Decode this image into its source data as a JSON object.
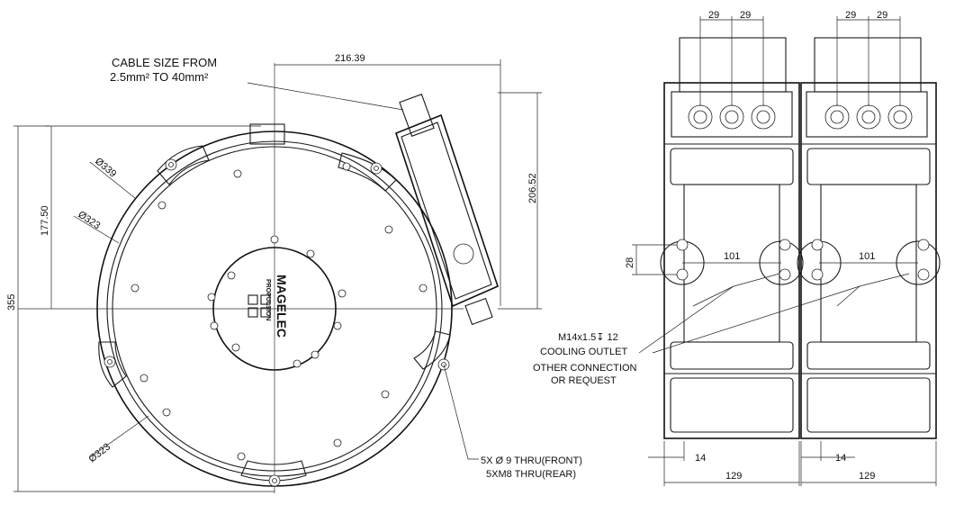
{
  "cable_note": {
    "line1": "CABLE SIZE FROM",
    "line2": "2.5mm² TO 40mm²"
  },
  "dimensions": {
    "d216": "216.39",
    "d206": "206.52",
    "d177": "177.50",
    "d355": "355",
    "dia339": "Ø339",
    "dia323_a": "Ø323",
    "dia323_b": "Ø323",
    "d29_1": "29",
    "d29_2": "29",
    "d29_3": "29",
    "d29_4": "29",
    "d101_a": "101",
    "d101_b": "101",
    "d28": "28",
    "d14_a": "14",
    "d14_b": "14",
    "d129_a": "129",
    "d129_b": "129"
  },
  "callouts": {
    "thread": "M14x1.5↧ 12",
    "cooling": "COOLING OUTLET",
    "other1": "OTHER CONNECTION",
    "other2": "OR REQUEST",
    "holes_front": "5X Ø 9 THRU(FRONT)",
    "holes_rear": "5XM8 THRU(REAR)"
  },
  "logo": {
    "brand": "MAGELEC",
    "sub": "PROPULSION"
  }
}
